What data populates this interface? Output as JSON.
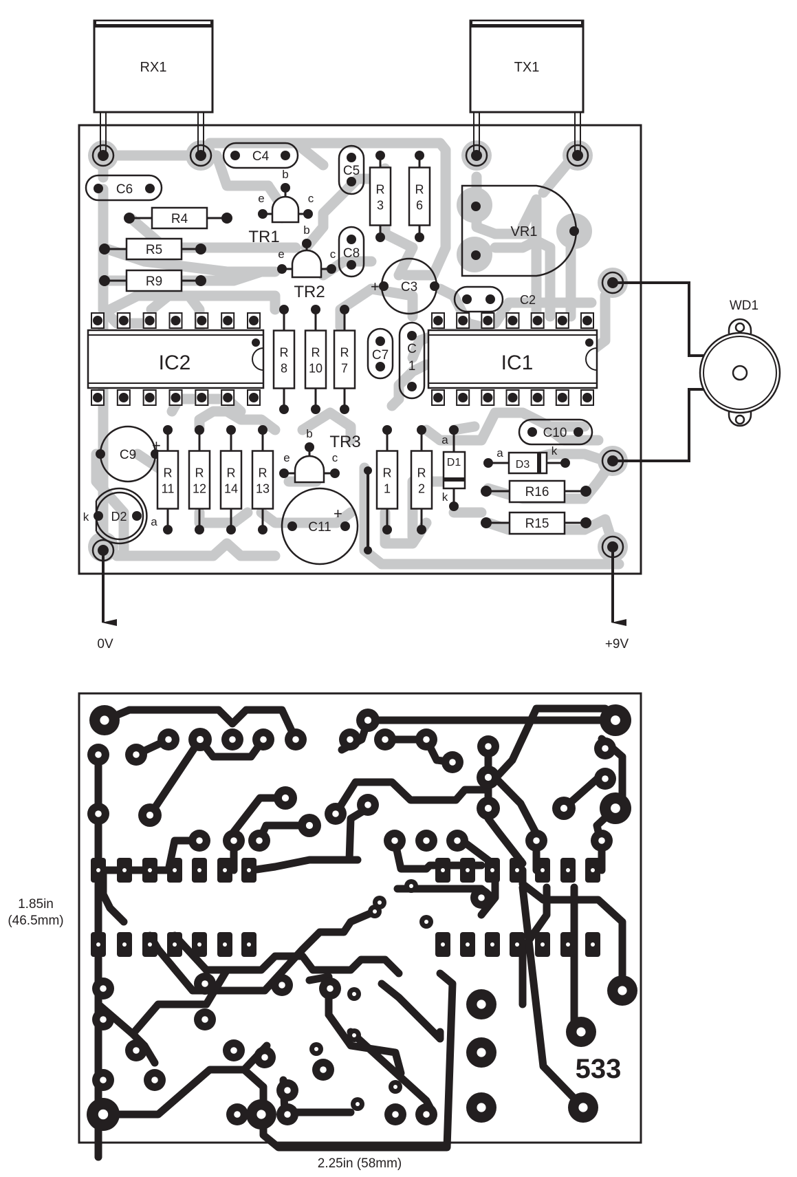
{
  "title": "PCB component layout and copper track pattern",
  "colors": {
    "ink": "#231f20",
    "copper_overlay": "#c8c9ca",
    "background": "#ffffff"
  },
  "component_layout": {
    "modules": [
      {
        "ref": "RX1"
      },
      {
        "ref": "TX1"
      }
    ],
    "ics": [
      {
        "ref": "IC2"
      },
      {
        "ref": "IC1"
      }
    ],
    "transistors": [
      {
        "ref": "TR1",
        "pins": [
          "e",
          "b",
          "c"
        ]
      },
      {
        "ref": "TR2",
        "pins": [
          "e",
          "b",
          "c"
        ]
      },
      {
        "ref": "TR3",
        "pins": [
          "e",
          "b",
          "c"
        ]
      }
    ],
    "resistors_horizontal": [
      {
        "ref": "R4"
      },
      {
        "ref": "R5"
      },
      {
        "ref": "R9"
      },
      {
        "ref": "R16"
      },
      {
        "ref": "R15"
      }
    ],
    "resistors_vertical": [
      {
        "l1": "R",
        "l2": "3"
      },
      {
        "l1": "R",
        "l2": "6"
      },
      {
        "l1": "R",
        "l2": "8"
      },
      {
        "l1": "R",
        "l2": "10"
      },
      {
        "l1": "R",
        "l2": "7"
      },
      {
        "l1": "R",
        "l2": "11"
      },
      {
        "l1": "R",
        "l2": "12"
      },
      {
        "l1": "R",
        "l2": "14"
      },
      {
        "l1": "R",
        "l2": "13"
      },
      {
        "l1": "R",
        "l2": "1"
      },
      {
        "l1": "R",
        "l2": "2"
      }
    ],
    "capacitors": {
      "c4": "C4",
      "c6": "C6",
      "c5": "C5",
      "c8": "C8",
      "c2": "C2",
      "c7": "C7",
      "c1a": "C",
      "c1b": "1",
      "c10": "C10",
      "c3": "C3",
      "c9": "C9",
      "c11": "C11"
    },
    "polarity_mark": "+",
    "diodes": {
      "d1": "D1",
      "d2": "D2",
      "d3": "D3",
      "anode": "a",
      "cathode": "k"
    },
    "trimmer": "VR1",
    "buzzer": "WD1",
    "power": {
      "ground": "0V",
      "supply": "+9V"
    }
  },
  "track_pattern": {
    "board_number": "533",
    "height_label": {
      "line1": "1.85in",
      "line2": "(46.5mm)"
    },
    "width_label": "2.25in (58mm)"
  }
}
